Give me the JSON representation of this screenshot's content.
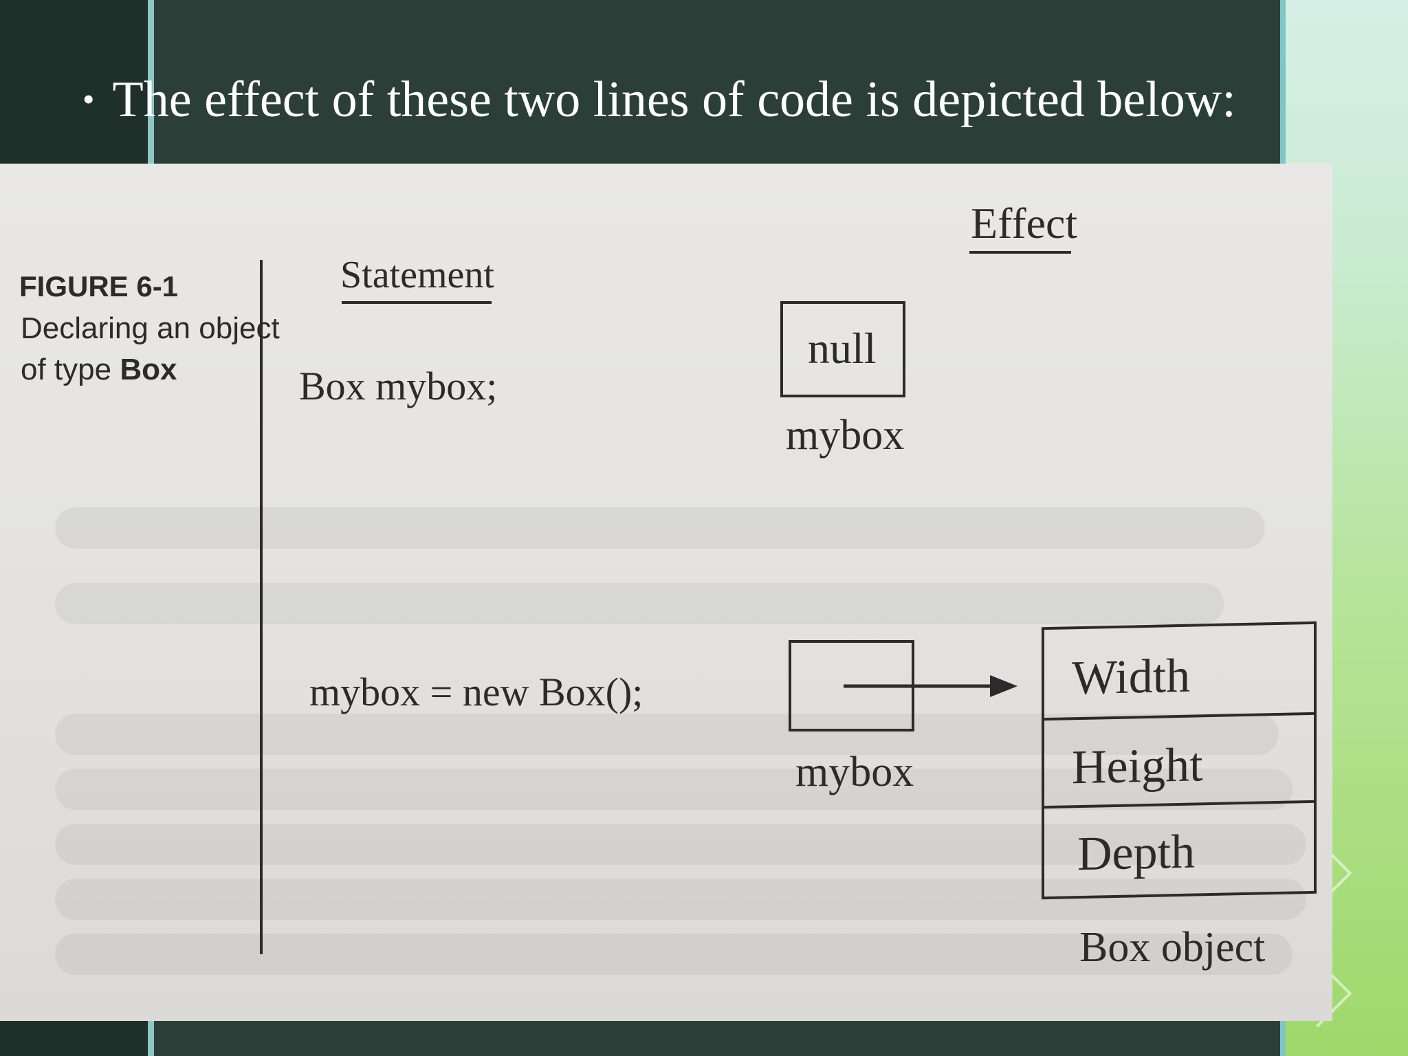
{
  "slide": {
    "title": "The effect of these two lines of code is depicted below:",
    "bullet": "•",
    "colors": {
      "title_text": "#ffffff",
      "background": "#1f302b",
      "accent": "#8fc6c3"
    }
  },
  "figure": {
    "figure_label": "FIGURE 6-1",
    "caption_line1": "Declaring an object",
    "caption_line2_prefix": "of type",
    "caption_line2_bold": "Box",
    "headers": {
      "statement": "Statement",
      "effect": "Effect"
    },
    "rows": [
      {
        "statement": "Box mybox;",
        "variable_value": "null",
        "variable_name": "mybox"
      },
      {
        "statement": "mybox = new Box();",
        "variable_value": "",
        "variable_name": "mybox"
      }
    ],
    "object": {
      "fields": [
        "Width",
        "Height",
        "Depth"
      ],
      "label": "Box object"
    }
  }
}
